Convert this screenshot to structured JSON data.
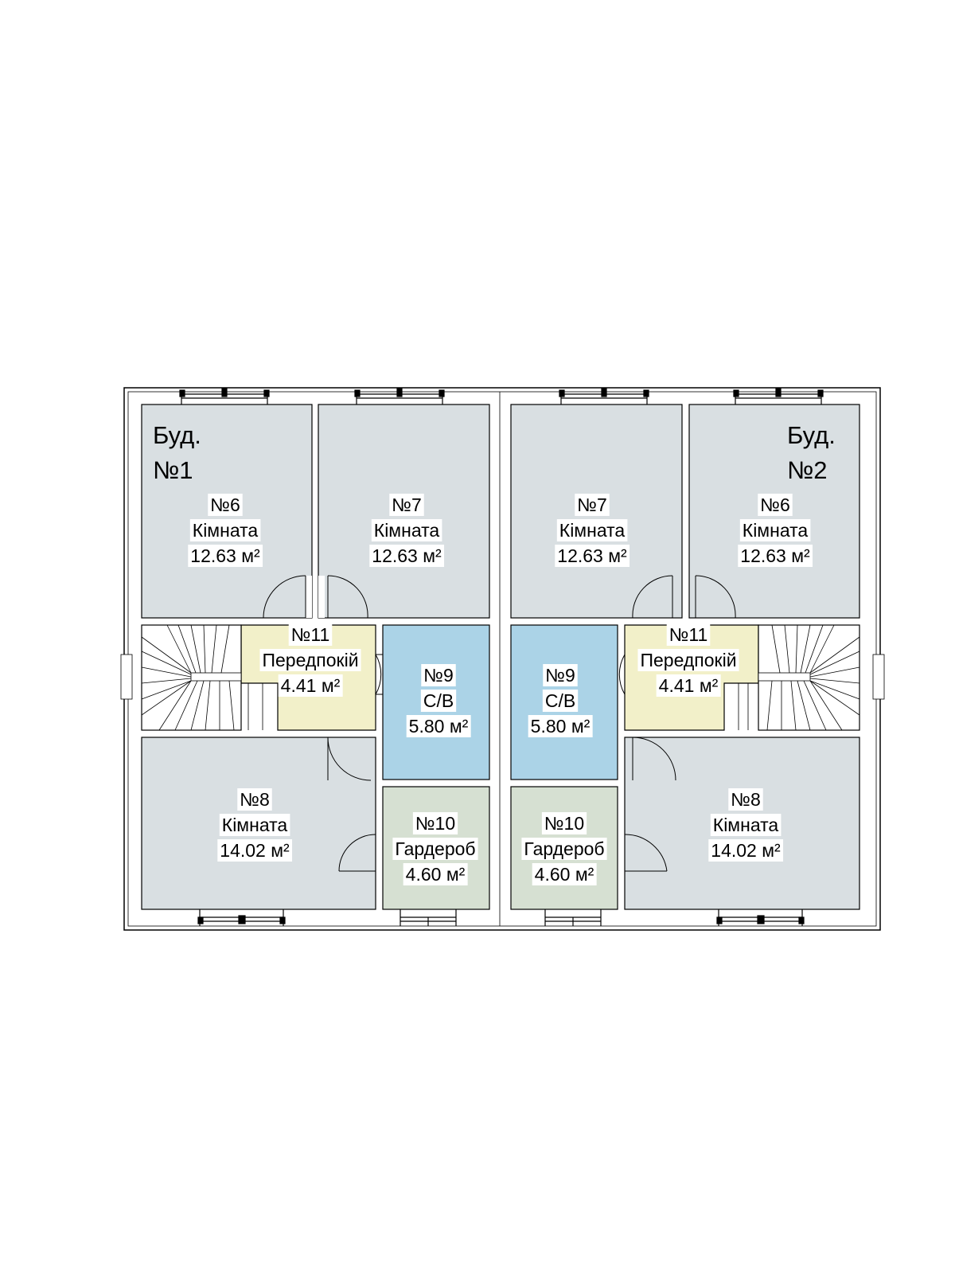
{
  "colors": {
    "room": "#d9dfe2",
    "bath": "#abd3e7",
    "wardrobe": "#d6e0d2",
    "hall": "#f2f0c9",
    "wall": "#ffffff",
    "line": "#000000"
  },
  "buildings": {
    "left": {
      "line1": "Буд.",
      "line2": "№1"
    },
    "right": {
      "line1": "Буд.",
      "line2": "№2"
    }
  },
  "rooms": {
    "l6": {
      "num": "№6",
      "name": "Кімната",
      "area": "12.63 м²",
      "fill": "room"
    },
    "l7": {
      "num": "№7",
      "name": "Кімната",
      "area": "12.63 м²",
      "fill": "room"
    },
    "r7": {
      "num": "№7",
      "name": "Кімната",
      "area": "12.63 м²",
      "fill": "room"
    },
    "r6": {
      "num": "№6",
      "name": "Кімната",
      "area": "12.63 м²",
      "fill": "room"
    },
    "l11": {
      "num": "№11",
      "name": "Передпокій",
      "area": "4.41 м²",
      "fill": "hall"
    },
    "l9": {
      "num": "№9",
      "name": "С/В",
      "area": "5.80 м²",
      "fill": "bath"
    },
    "r9": {
      "num": "№9",
      "name": "С/В",
      "area": "5.80 м²",
      "fill": "bath"
    },
    "r11": {
      "num": "№11",
      "name": "Передпокій",
      "area": "4.41 м²",
      "fill": "hall"
    },
    "l8": {
      "num": "№8",
      "name": "Кімната",
      "area": "14.02 м²",
      "fill": "room"
    },
    "l10": {
      "num": "№10",
      "name": "Гардероб",
      "area": "4.60 м²",
      "fill": "wardrobe"
    },
    "r10": {
      "num": "№10",
      "name": "Гардероб",
      "area": "4.60 м²",
      "fill": "wardrobe"
    },
    "r8": {
      "num": "№8",
      "name": "Кімната",
      "area": "14.02 м²",
      "fill": "room"
    }
  }
}
